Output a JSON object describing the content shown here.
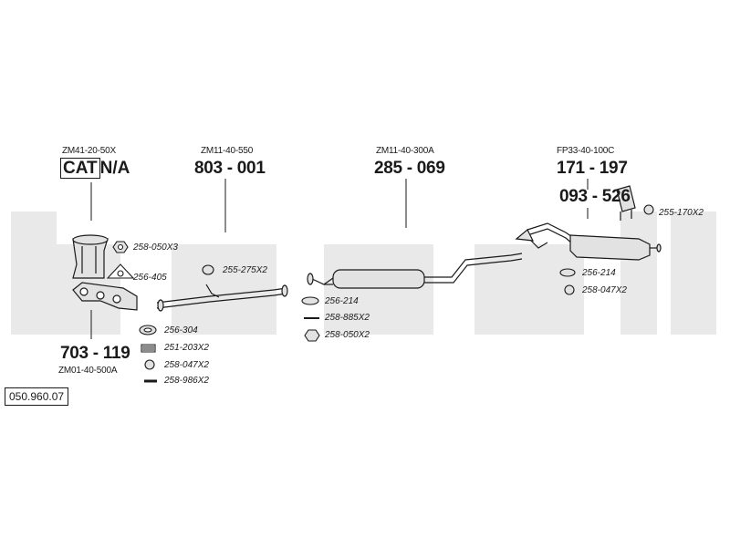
{
  "assemblies": [
    {
      "ref": "ZM41-20-50X",
      "cat_label": "CAT",
      "cat_suffix": "N/A"
    },
    {
      "ref": "ZM11-40-550",
      "part_number": "803 - 001"
    },
    {
      "ref": "ZM11-40-300A",
      "part_number": "285 - 069"
    },
    {
      "ref": "FP33-40-100C",
      "part_number": "171 - 197",
      "sub_part_number": "093 - 526"
    },
    {
      "ref": "ZM01-40-500A",
      "part_number": "703 - 119"
    }
  ],
  "parts": [
    "258-050X3",
    "256-405",
    "255-275X2",
    "256-304",
    "251-203X2",
    "258-047X2",
    "258-986X2",
    "256-214",
    "258-885X2",
    "258-050X2",
    "255-170X2",
    "256-214",
    "258-047X2"
  ],
  "document_number": "050.960.07",
  "colors": {
    "ink": "#1a1a1a",
    "watermark": "#e6e6e6",
    "part_fill": "#d9d9d9"
  }
}
